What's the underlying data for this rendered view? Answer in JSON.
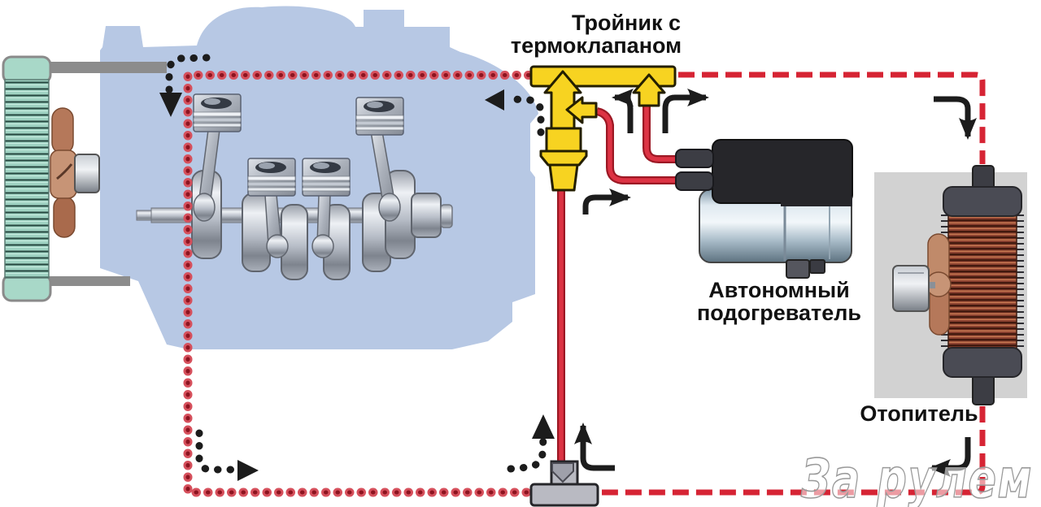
{
  "labels": {
    "tee_line1": "Тройник с",
    "tee_line2": "термоклапаном",
    "preheater_line1": "Автономный",
    "preheater_line2": "подогреватель",
    "heater": "Отопитель",
    "watermark": "За рулем"
  },
  "colors": {
    "engine_block": "#b7c8e4",
    "radiator_teal": "#9fd2c2",
    "valve_yellow": "#f7d321",
    "coolant_red": "#d62434",
    "arrow_black": "#1c1c1c",
    "heater_panel_gray": "#d2d2d2",
    "heater_core_copper": "#8a4130",
    "fan_brown": "#b5785a"
  },
  "icons": {
    "engine": "engine-silhouette",
    "radiator": "radiator-core",
    "engine_fan": "cooling-fan",
    "thermal_tee": "tee-with-thermal-valve",
    "preheater": "autonomous-preheater",
    "cabin_heater": "cabin-heater-core",
    "bottom_tee": "pipe-tee-connector",
    "flow_hot": "red-coolant-flow-line",
    "flow_arrows": "black-flow-direction-arrows"
  }
}
